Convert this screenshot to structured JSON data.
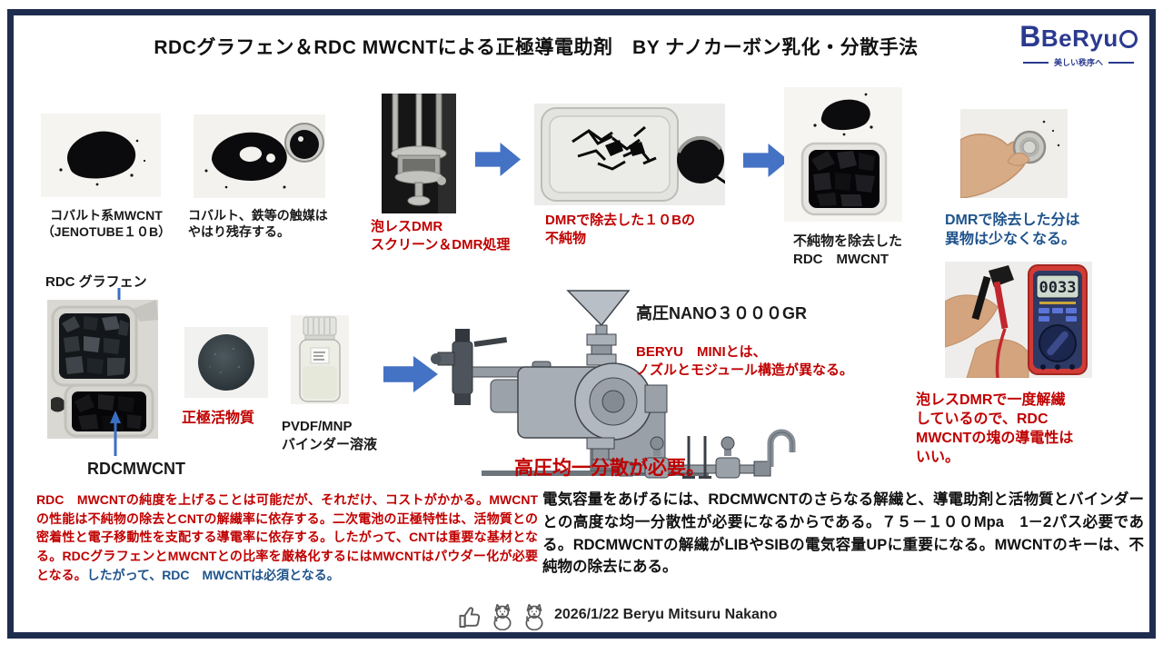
{
  "colors": {
    "frame_navy": "#1e2d4f",
    "accent_red": "#c00000",
    "accent_blue_text": "#1f538c",
    "arrow_blue": "#4472c4",
    "logo_navy": "#2b3a8f"
  },
  "header": {
    "title": "RDCグラフェン＆RDC MWCNTによる正極導電助剤　BY ナノカーボン乳化・分散手法",
    "logo_brand": "BeRyu",
    "logo_tagline": "美しい秩序へ"
  },
  "flow": {
    "cobalt_mwcnt_caption": "コバルト系MWCNT\n（JENOTUBE１０B）",
    "catalyst_caption": "コバルト、鉄等の触媒は\nやはり残存する。",
    "dmr_screen_caption": "泡レスDMR\nスクリーン＆DMR処理",
    "impurities_caption": "DMRで除去した１０Bの\n不純物",
    "purified_caption": "不純物を除去した\nRDC　MWCNT",
    "removed_note": "DMRで除去した分は\n異物は少なくなる。"
  },
  "materials": {
    "graphene_label": "RDC グラフェン",
    "mwcnt_label": "RDCMWCNT",
    "active_material_caption": "正極活物質",
    "binder_caption": "PVDF/MNP\nバインダー溶液"
  },
  "machine": {
    "name": "高圧NANO３０００GR",
    "note": "BERYU　MINIとは、\nノズルとモジュール構造が異なる。",
    "requirement": "高圧均一分散が必要。"
  },
  "conductivity": {
    "multimeter_reading": "0033",
    "note": "泡レスDMRで一度解繊\nしているので、RDC\nMWCNTの塊の導電性は\nいい。"
  },
  "bottom": {
    "red_paragraph": "RDC　MWCNTの純度を上げることは可能だが、それだけ、コストがかかる。MWCNTの性能は不純物の除去とCNTの解繊率に依存する。二次電池の正極特性は、活物質との密着性と電子移動性を支配する導電率に依存する。したがって、CNTは重要な基材となる。RDCグラフェンとMWCNTとの比率を厳格化するにはMWCNTはパウダー化が必要となる。",
    "blue_sentence": "したがって、RDC　MWCNTは必須となる。",
    "black_paragraph": "電気容量をあげるには、RDCMWCNTのさらなる解繊と、導電助剤と活物質とバインダーとの高度な均一分散性が必要になるからである。７５－１００Mpa　1－2パス必要である。RDCMWCNTの解繊がLIBやSIBの電気容量UPに重要になる。MWCNTのキーは、不純物の除去にある。"
  },
  "footer": {
    "date_credit": "2026/1/22 Beryu Mitsuru Nakano"
  }
}
